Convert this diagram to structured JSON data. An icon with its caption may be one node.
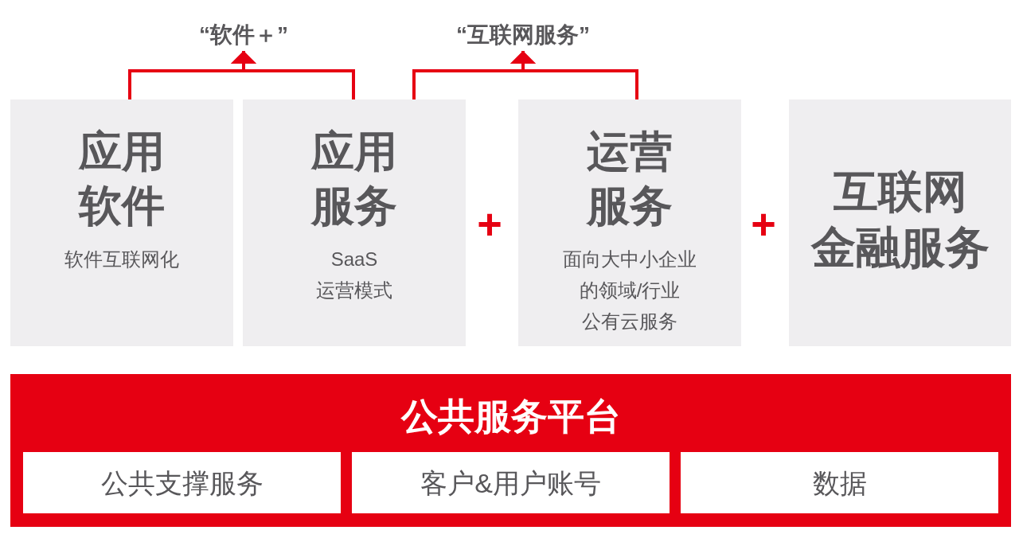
{
  "diagram": {
    "nodes": [
      {
        "text": [
          "“软件＋”"
        ]
      },
      {
        "text": [
          "“互联网服务”"
        ]
      },
      {
        "text": [
          "应用软件",
          "软件互联网化"
        ]
      },
      {
        "text": [
          "应用服务",
          "SaaS 运营模式"
        ]
      },
      {
        "text": [
          "运营服务",
          "面向大中小企业的领域/行业公有云服务"
        ]
      },
      {
        "text": [
          "互联网金融服务"
        ]
      },
      {
        "text": [
          "公共服务平台"
        ]
      },
      {
        "text": [
          "公共支撑服务"
        ],
        "in": 6
      },
      {
        "text": [
          "客户&用户账号"
        ],
        "in": 6
      },
      {
        "text": [
          "数据"
        ],
        "in": 6
      }
    ],
    "edges": [
      {
        "from": 2,
        "to": 0,
        "arrow": "to"
      },
      {
        "from": 3,
        "to": 0,
        "arrow": "to"
      },
      {
        "from": 3,
        "to": 1,
        "arrow": "to"
      },
      {
        "from": 4,
        "to": 1,
        "arrow": "to"
      }
    ],
    "labels": [
      "+",
      "+"
    ]
  }
}
